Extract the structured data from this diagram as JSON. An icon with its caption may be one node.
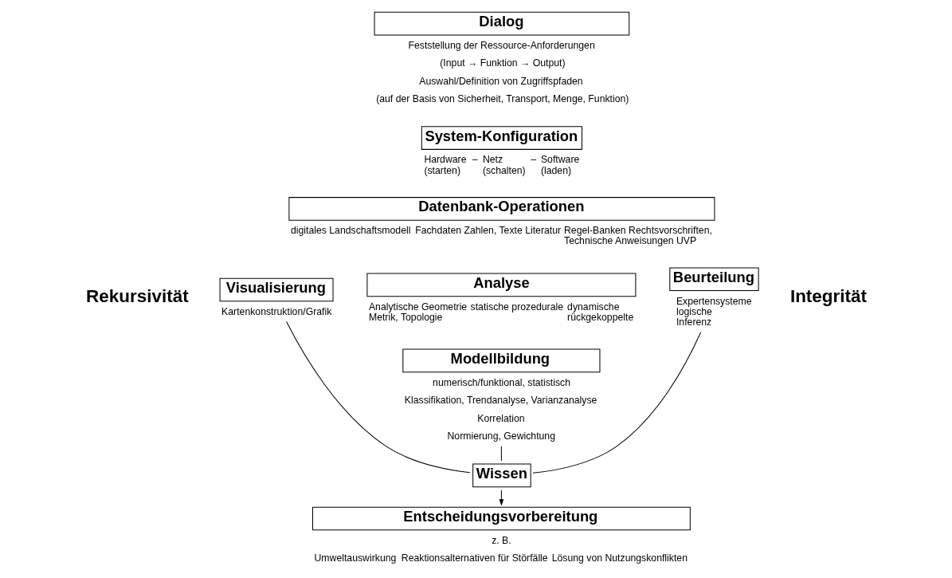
{
  "diagram": {
    "nodes": [
      {
        "text": [
          "Dialog"
        ],
        "beside": [
          "Feststellung der Ressource-Anforderungen",
          "(Input → Funktion → Output)",
          "Auswahl/Definition von Zugriffspfaden",
          "(auf der Basis von Sicherheit, Transport, Menge, Funktion)"
        ]
      },
      {
        "text": [
          "System-Konfiguration"
        ],
        "beside": [
          "Hardware (starten)",
          "–",
          "Netz (schalten)",
          "–",
          "Software (laden)"
        ]
      },
      {
        "text": [
          "Datenbank-Operationen"
        ],
        "beside": [
          "digitales Landschaftsmodell",
          "Fachdaten Zahlen, Texte Literatur",
          "Regel-Banken Rechtsvorschriften, Technische Anweisungen UVP"
        ]
      },
      {
        "text": [
          "Visualisierung"
        ],
        "beside": [
          "Kartenkonstruktion/Grafik"
        ]
      },
      {
        "text": [
          "Analyse"
        ],
        "beside": [
          "Analytische Geometrie Metrik, Topologie",
          "statische prozedurale",
          "dynamische rückgekoppelte"
        ]
      },
      {
        "text": [
          "Beurteilung"
        ],
        "beside": [
          "Expertensysteme logische Inferenz"
        ]
      },
      {
        "text": [
          "Modellbildung"
        ],
        "beside": [
          "numerisch/funktional, statistisch",
          "Klassifikation, Trendanalyse, Varianzanalyse",
          "Korrelation",
          "Normierung, Gewichtung"
        ]
      },
      {
        "text": [
          "Wissen"
        ]
      },
      {
        "text": [
          "Entscheidungsvorbereitung"
        ],
        "beside": [
          "z. B.",
          "Umweltauswirkung",
          "Reaktionsalternativen für Störfälle",
          "Lösung von Nutzungskonflikten"
        ]
      }
    ],
    "edges": [
      {
        "from": 3,
        "to": 7,
        "arrow": "none"
      },
      {
        "from": 6,
        "to": 7,
        "arrow": "none"
      },
      {
        "from": 5,
        "to": 7,
        "arrow": "none"
      },
      {
        "from": 7,
        "to": 8,
        "arrow": "to"
      }
    ],
    "labels": [
      "Rekursivität",
      "Integrität"
    ]
  }
}
